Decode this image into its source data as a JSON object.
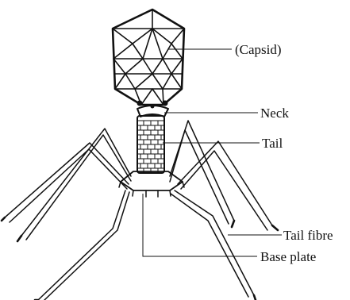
{
  "labels": {
    "capsid": "(Capsid)",
    "neck": "Neck",
    "tail": "Tail",
    "tail_fibre": "Tail fibre",
    "base_plate": "Base plate"
  },
  "colors": {
    "ink": "#111111",
    "background": "#ffffff"
  }
}
